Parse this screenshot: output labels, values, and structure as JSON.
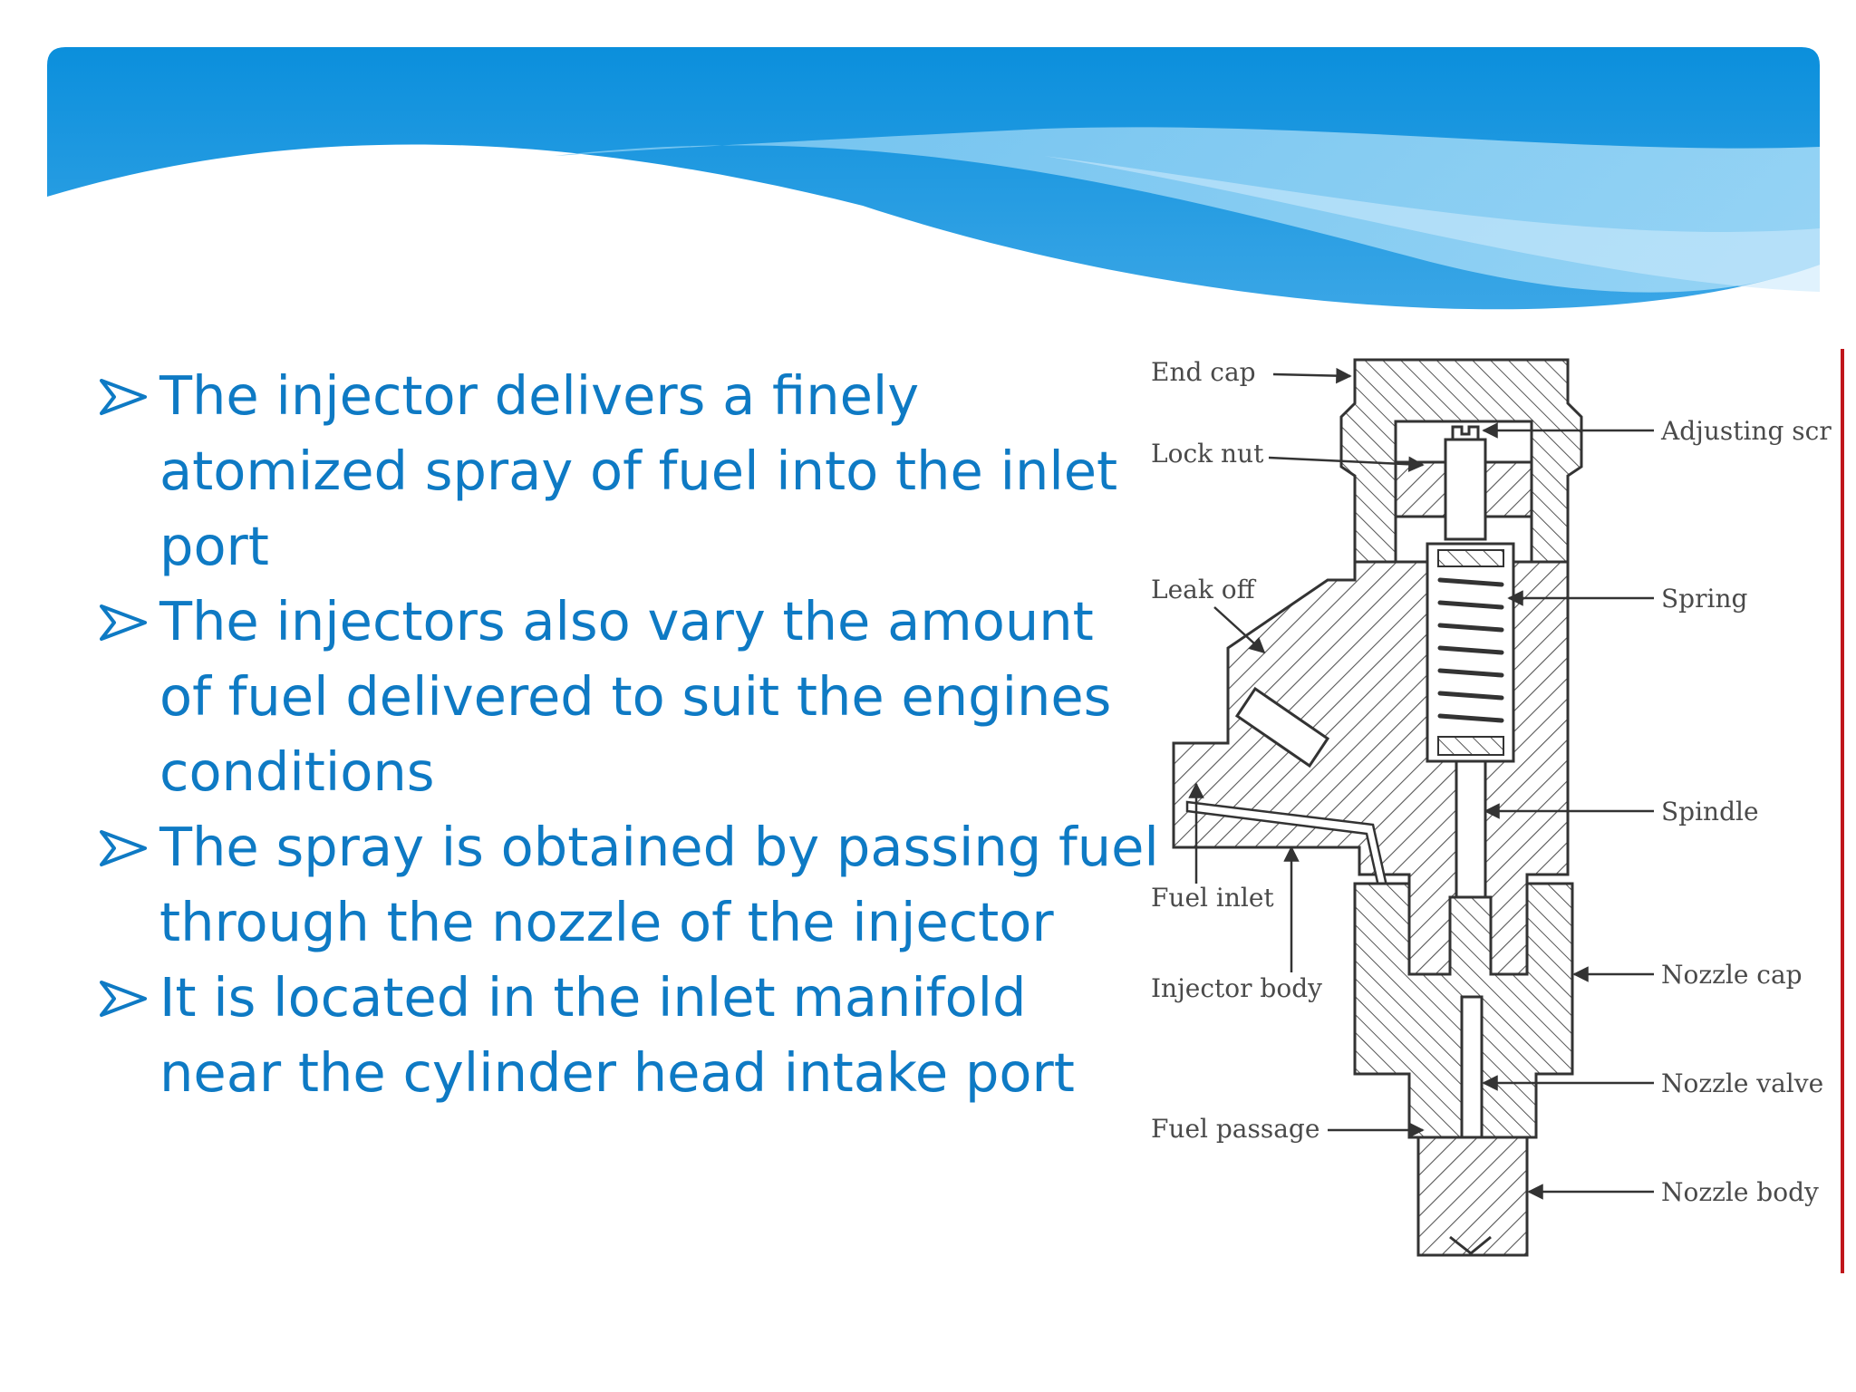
{
  "bullets": [
    "The injector delivers a finely atomized spray of fuel into the inlet port",
    "The injectors also vary the amount of fuel delivered to suit the engines conditions",
    "The spray is obtained by passing fuel through the nozzle of the injector",
    "It is located in the inlet manifold near the cylinder head intake port"
  ],
  "diagram": {
    "labels": {
      "end_cap": "End cap",
      "lock_nut": "Lock nut",
      "leak_off": "Leak off",
      "fuel_inlet": "Fuel inlet",
      "injector_body": "Injector body",
      "fuel_passage": "Fuel passage",
      "adjusting_screw": "Adjusting scr",
      "spring": "Spring",
      "spindle": "Spindle",
      "nozzle_cap": "Nozzle cap",
      "nozzle_valve": "Nozzle valve",
      "nozzle_body": "Nozzle body"
    }
  },
  "colors": {
    "text": "#0e7ac4",
    "banner_top": "#0b8fdc",
    "banner_light": "#8fd0f5",
    "accent_line": "#c0161b"
  },
  "icons": {
    "bullet": "arrowhead-bullet-icon"
  }
}
